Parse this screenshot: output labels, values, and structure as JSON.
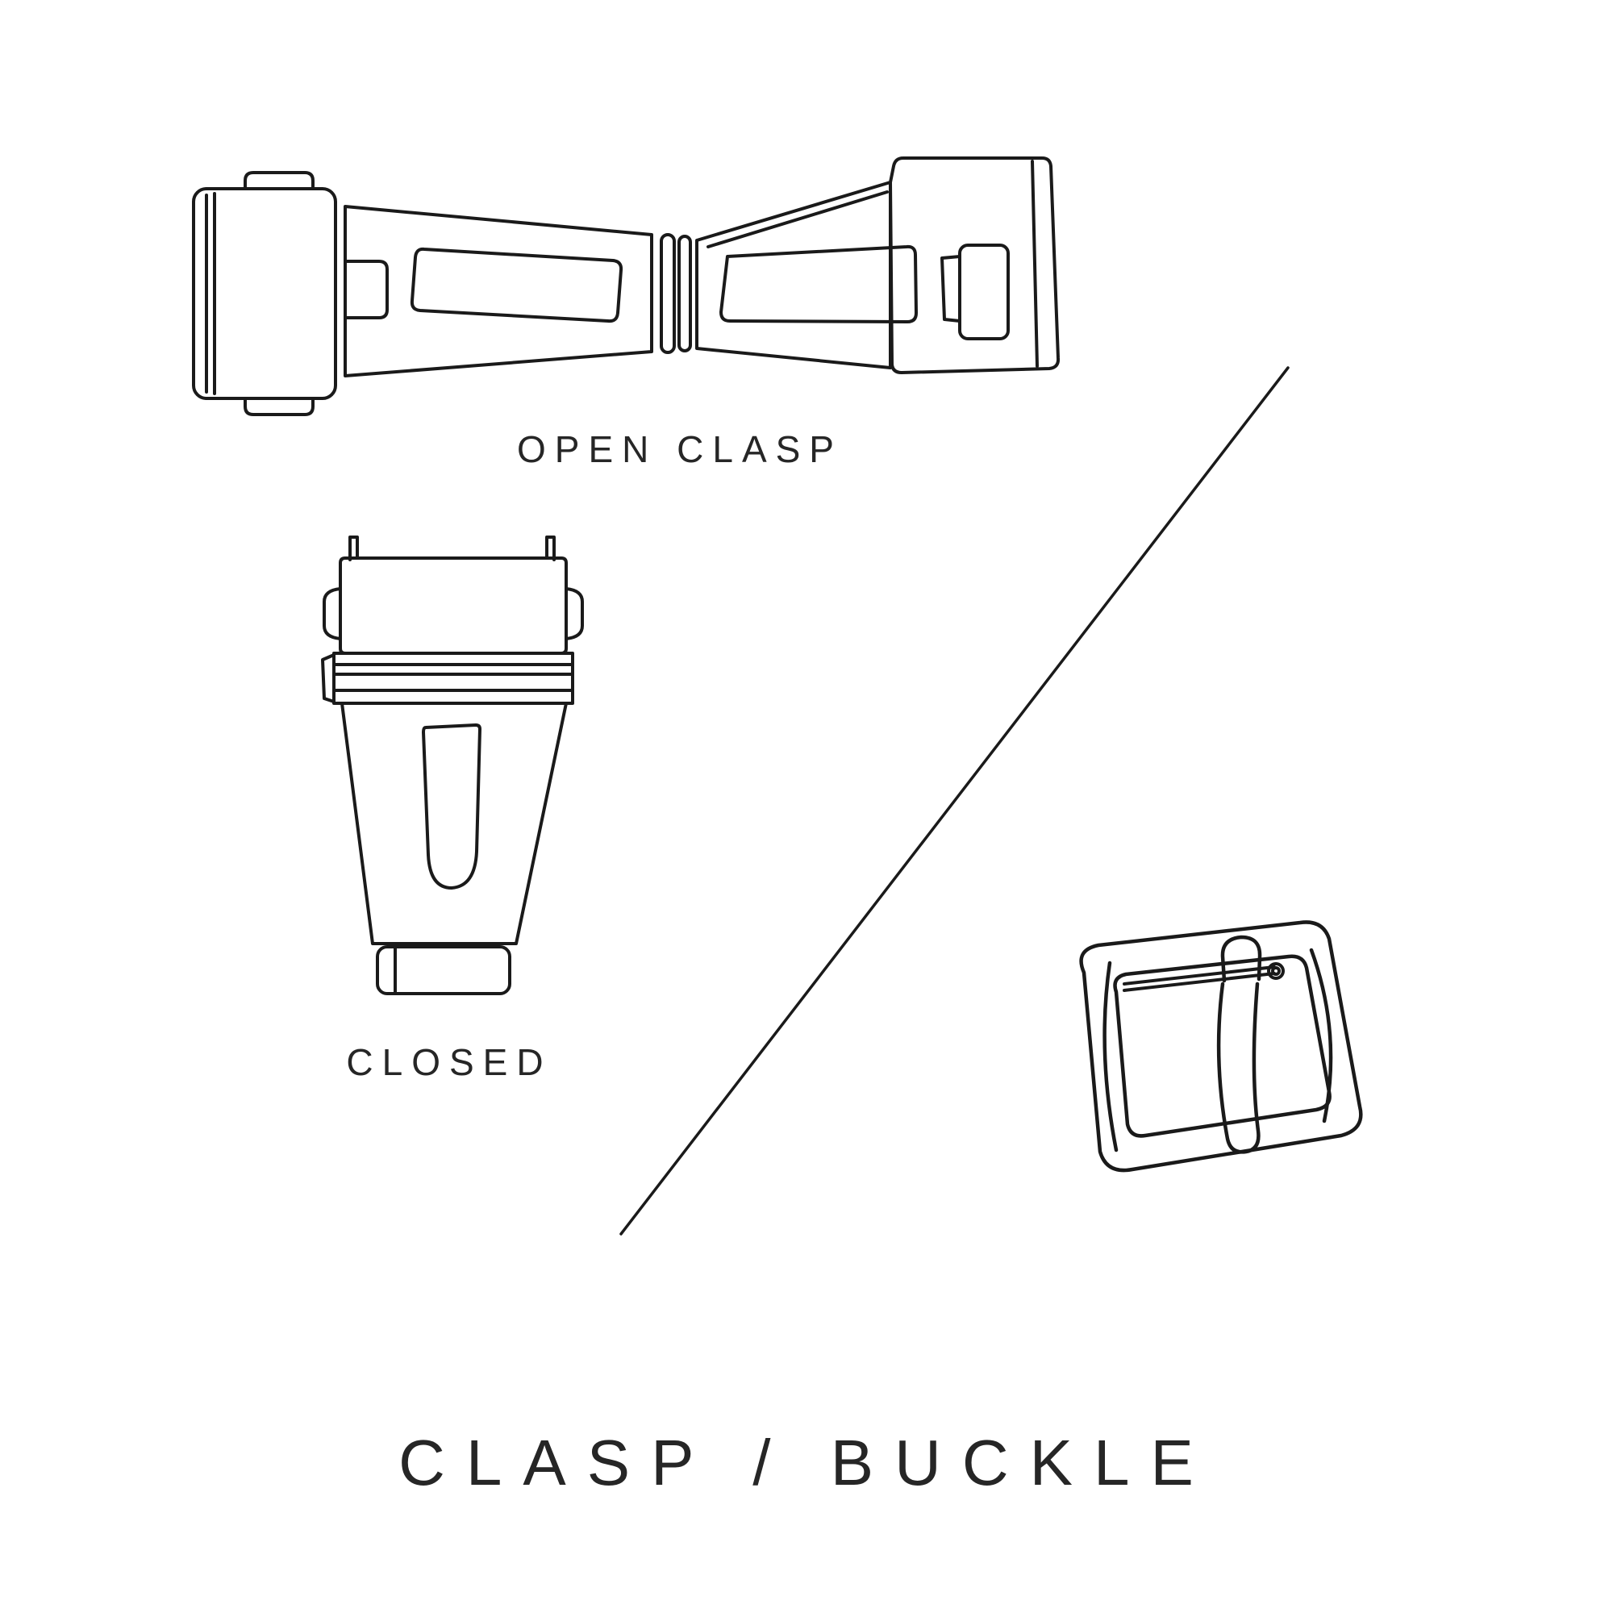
{
  "colors": {
    "background": "#ffffff",
    "line": "#1a1a1a",
    "text": "#262626"
  },
  "figures": {
    "open_clasp": {
      "label": "OPEN CLASP"
    },
    "closed_clasp": {
      "label": "CLOSED"
    },
    "buckle": {
      "label": ""
    }
  },
  "title": {
    "text": "CLASP / BUCKLE"
  }
}
